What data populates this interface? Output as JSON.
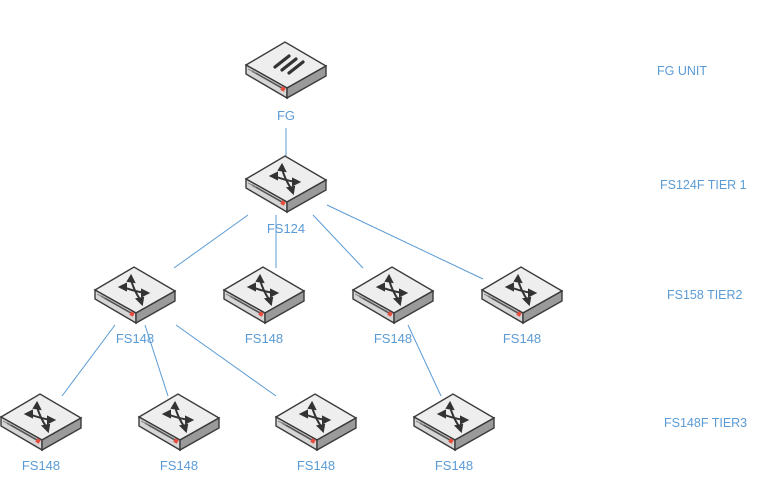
{
  "diagram": {
    "tiers": [
      {
        "label": "FG UNIT"
      },
      {
        "label": "FS124F  TIER 1"
      },
      {
        "label": "FS158 TIER2"
      },
      {
        "label": "FS148F TIER3"
      }
    ],
    "nodes": [
      {
        "id": "fg",
        "label": "FG",
        "icon": "firewall-icon"
      },
      {
        "id": "fs124",
        "label": "FS124",
        "icon": "switch-icon"
      },
      {
        "id": "t2a",
        "label": "FS148",
        "icon": "switch-icon"
      },
      {
        "id": "t2b",
        "label": "FS148",
        "icon": "switch-icon"
      },
      {
        "id": "t2c",
        "label": "FS148",
        "icon": "switch-icon"
      },
      {
        "id": "t2d",
        "label": "FS148",
        "icon": "switch-icon"
      },
      {
        "id": "t3a",
        "label": "FS148",
        "icon": "switch-icon"
      },
      {
        "id": "t3b",
        "label": "FS148",
        "icon": "switch-icon"
      },
      {
        "id": "t3c",
        "label": "FS148",
        "icon": "switch-icon"
      },
      {
        "id": "t3d",
        "label": "FS148",
        "icon": "switch-icon"
      }
    ],
    "links": [
      [
        "fg",
        "fs124"
      ],
      [
        "fs124",
        "t2a"
      ],
      [
        "fs124",
        "t2b"
      ],
      [
        "fs124",
        "t2c"
      ],
      [
        "fs124",
        "t2d"
      ],
      [
        "t2a",
        "t3a"
      ],
      [
        "t2a",
        "t3b"
      ],
      [
        "t2a",
        "t3c"
      ],
      [
        "t2c",
        "t3d"
      ]
    ],
    "colors": {
      "accent": "#5b9bd5",
      "device_top": "#eeeeee",
      "device_edge": "#3a3a3a",
      "status_led": "#e84c3d"
    }
  }
}
